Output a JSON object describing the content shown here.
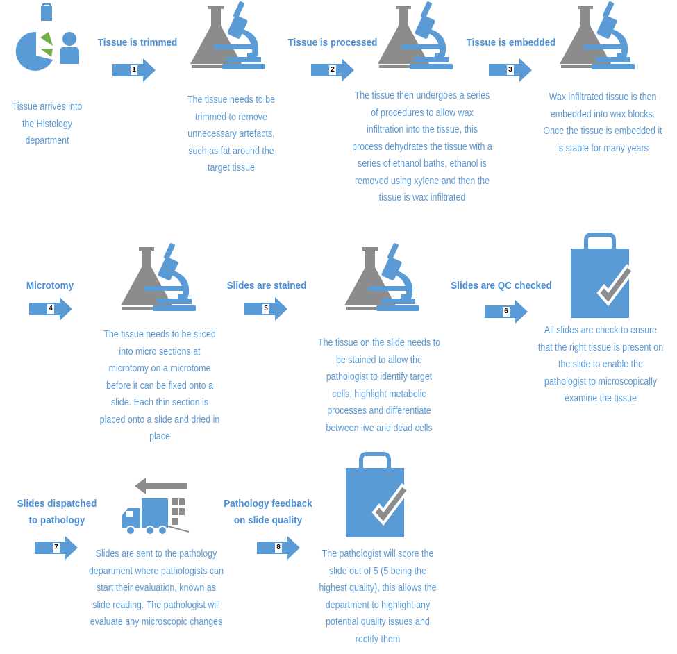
{
  "colors": {
    "blue": "#5b9bd5",
    "gray": "#8c8c8c",
    "green": "#70ad47",
    "text": "#5b9bd5"
  },
  "steps": [
    {
      "number": "1",
      "title": "Tissue is trimmed",
      "icon": "lab-microscope-icon",
      "description": "The tissue needs to be trimmed to remove unnecessary artefacts, such as fat around the target tissue"
    },
    {
      "number": "2",
      "title": "Tissue is processed",
      "icon": "lab-microscope-icon",
      "description": "The tissue then undergoes a series of procedures to allow wax infiltration into the tissue, this process dehydrates the tissue with a series of ethanol baths, ethanol is removed using xylene and then the tissue is wax infiltrated"
    },
    {
      "number": "3",
      "title": "Tissue is embedded",
      "icon": "lab-microscope-icon",
      "description": "Wax infiltrated tissue is then embedded into wax blocks. Once the tissue is embedded it is stable for many years"
    },
    {
      "number": "4",
      "title": "Microtomy",
      "icon": "lab-microscope-icon",
      "description": "The tissue needs to be sliced into micro sections at microtomy on a microtome before it can be fixed onto a slide. Each thin section is placed onto a slide and dried in place"
    },
    {
      "number": "5",
      "title": "Slides are stained",
      "icon": "lab-microscope-icon",
      "description": "The tissue on the slide needs to be stained to allow the pathologist to identify target cells, highlight metabolic processes and differentiate between live and dead cells"
    },
    {
      "number": "6",
      "title": "Slides are QC checked",
      "icon": "bag-check-icon",
      "description": "All slides are check to ensure that the right tissue is present on the slide to enable the pathologist to microscopically examine the tissue"
    },
    {
      "number": "7",
      "title": "Slides dispatched to pathology",
      "icon": "truck-icon",
      "description": "Slides are sent to the pathology department where pathologists can start their evaluation, known as slide reading.  The pathologist will evaluate any microscopic changes"
    },
    {
      "number": "8",
      "title": "Pathology feedback on slide quality",
      "icon": "bag-check-icon",
      "description": "The pathologist will score the slide out of 5 (5 being the highest quality), this allows the department to highlight any potential quality issues and rectify them"
    }
  ],
  "start": {
    "icon": "pie-person-icon",
    "description": "Tissue arrives into the Histology department"
  }
}
